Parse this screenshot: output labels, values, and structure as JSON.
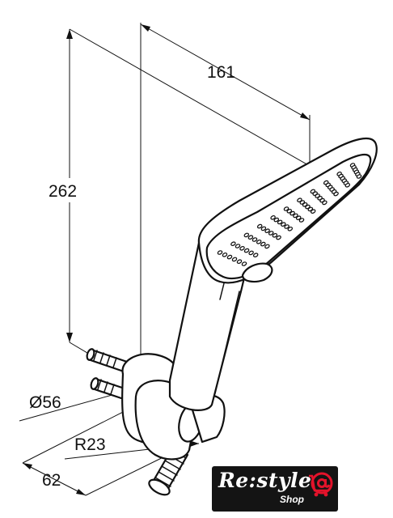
{
  "dimensions": {
    "width": "161",
    "height": "262",
    "diameter": "Ø56",
    "radius": "R23",
    "depth": "62"
  },
  "logo": {
    "brand": "Re:style",
    "shop": "Shop",
    "cart_icon": "shopping-cart-icon",
    "brand_color": "#e3132b"
  }
}
